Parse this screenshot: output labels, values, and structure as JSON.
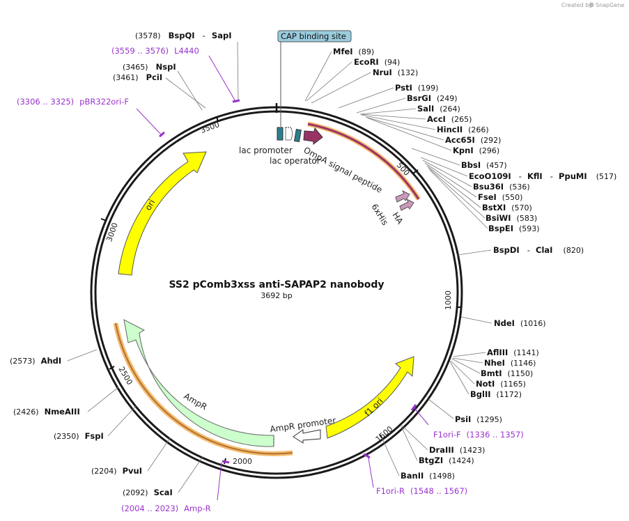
{
  "credit": {
    "prefix": "Created by",
    "brand": "SnapGene"
  },
  "plasmid": {
    "name": "SS2 pComb3xss anti-SAPAP2 nanobody",
    "size": "3692 bp"
  },
  "ticks": [
    "500",
    "1000",
    "1500",
    "2000",
    "2500",
    "3000",
    "3500"
  ],
  "enzymes": [
    {
      "pos": "(3578)",
      "name": "BspQI",
      "sep": "-",
      "name2": "SapI"
    },
    {
      "pos": "(3465)",
      "name": "NspI"
    },
    {
      "pos": "(3461)",
      "name": "PciI"
    },
    {
      "name": "MfeI",
      "pos": "(89)"
    },
    {
      "name": "EcoRI",
      "pos": "(94)"
    },
    {
      "name": "NruI",
      "pos": "(132)"
    },
    {
      "name": "PstI",
      "pos": "(199)"
    },
    {
      "name": "BsrGI",
      "pos": "(249)"
    },
    {
      "name": "SalI",
      "pos": "(264)"
    },
    {
      "name": "AccI",
      "pos": "(265)"
    },
    {
      "name": "HincII",
      "pos": "(266)"
    },
    {
      "name": "Acc65I",
      "pos": "(292)"
    },
    {
      "name": "KpnI",
      "pos": "(296)"
    },
    {
      "name": "BbsI",
      "pos": "(457)"
    },
    {
      "name": "EcoO109I",
      "sep": "-",
      "name2": "KflI",
      "sep2": "-",
      "name3": "PpuMI",
      "pos": "(517)"
    },
    {
      "name": "Bsu36I",
      "pos": "(536)"
    },
    {
      "name": "FseI",
      "pos": "(550)"
    },
    {
      "name": "BstXI",
      "pos": "(570)"
    },
    {
      "name": "BsiWI",
      "pos": "(583)"
    },
    {
      "name": "BspEI",
      "pos": "(593)"
    },
    {
      "name": "BspDI",
      "sep": "-",
      "name2": "ClaI",
      "pos": "(820)"
    },
    {
      "name": "NdeI",
      "pos": "(1016)"
    },
    {
      "name": "AflIII",
      "pos": "(1141)"
    },
    {
      "name": "NheI",
      "pos": "(1146)"
    },
    {
      "name": "BmtI",
      "pos": "(1150)"
    },
    {
      "name": "NotI",
      "pos": "(1165)"
    },
    {
      "name": "BglII",
      "pos": "(1172)"
    },
    {
      "name": "PsiI",
      "pos": "(1295)"
    },
    {
      "name": "DraIII",
      "pos": "(1423)"
    },
    {
      "name": "BtgZI",
      "pos": "(1424)"
    },
    {
      "name": "BanII",
      "pos": "(1498)"
    },
    {
      "pos": "(2573)",
      "name": "AhdI"
    },
    {
      "pos": "(2426)",
      "name": "NmeAIII"
    },
    {
      "pos": "(2350)",
      "name": "FspI"
    },
    {
      "pos": "(2204)",
      "name": "PvuI"
    },
    {
      "pos": "(2092)",
      "name": "ScaI"
    }
  ],
  "primers": [
    {
      "range": "(3559 .. 3576)",
      "name": "L4440"
    },
    {
      "range": "(3306 .. 3325)",
      "name": "pBR322ori-F"
    },
    {
      "name": "F1ori-F",
      "range": "(1336 .. 1357)"
    },
    {
      "name": "F1ori-R",
      "range": "(1548 .. 1567)"
    },
    {
      "range": "(2004 .. 2023)",
      "name": "Amp-R"
    }
  ],
  "features": {
    "cap": "CAP binding site",
    "lac_promoter": "lac promoter",
    "lac_operator": "lac operator",
    "ompa": "OmpA signal peptide",
    "his": "6xHis",
    "ha": "HA",
    "ori": "ori",
    "f1ori": "f1 ori",
    "ampr": "AmpR",
    "ampr_promoter": "AmpR promoter"
  },
  "colors": {
    "backbone": "#1a1a1a",
    "ori": "#ffff00",
    "ampr": "#ccffcc",
    "ompa": "#993366",
    "his_ha": "#cc99bb",
    "lac_operator": "#2a7f8f",
    "cap": "#99ccdd",
    "orf_outline": "#f0a030",
    "primer": "#9933cc"
  }
}
